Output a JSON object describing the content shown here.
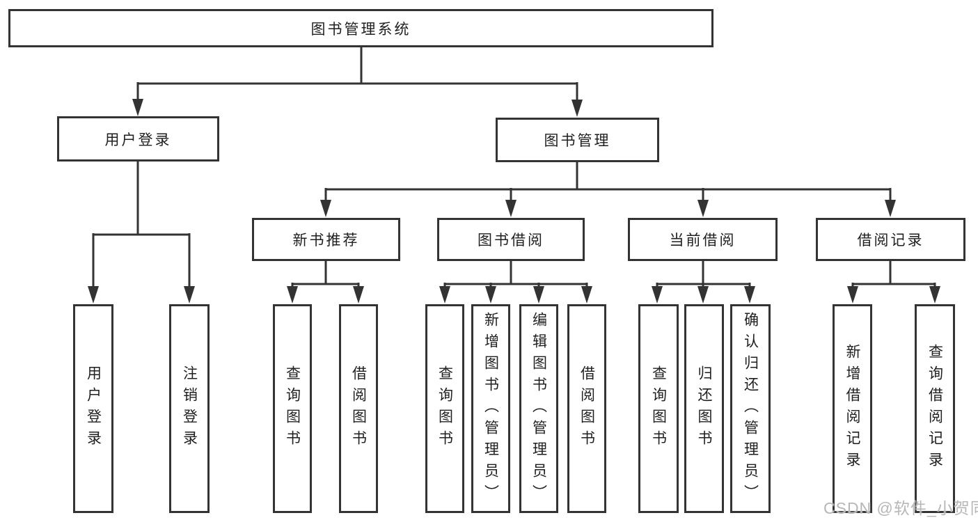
{
  "root": {
    "label": "图书管理系统"
  },
  "branches": [
    {
      "label": "用户登录",
      "children": [
        "用户登录",
        "注销登录"
      ]
    },
    {
      "label": "图书管理",
      "groups": [
        {
          "label": "新书推荐",
          "children": [
            "查询图书",
            "借阅图书"
          ]
        },
        {
          "label": "图书借阅",
          "children": [
            "查询图书",
            "新增图书（管理员）",
            "编辑图书（管理员）",
            "借阅图书"
          ]
        },
        {
          "label": "当前借阅",
          "children": [
            "查询图书",
            "归还图书",
            "确认归还（管理员）"
          ]
        },
        {
          "label": "借阅记录",
          "children": [
            "新增借阅记录",
            "查询借阅记录"
          ]
        }
      ]
    }
  ],
  "watermark": {
    "text": "CSDN @软件_小贺同学"
  },
  "colors": {
    "line": "#333333",
    "text": "#1f1f1f",
    "watermark": "#b7b7b7",
    "background": "#ffffff"
  }
}
